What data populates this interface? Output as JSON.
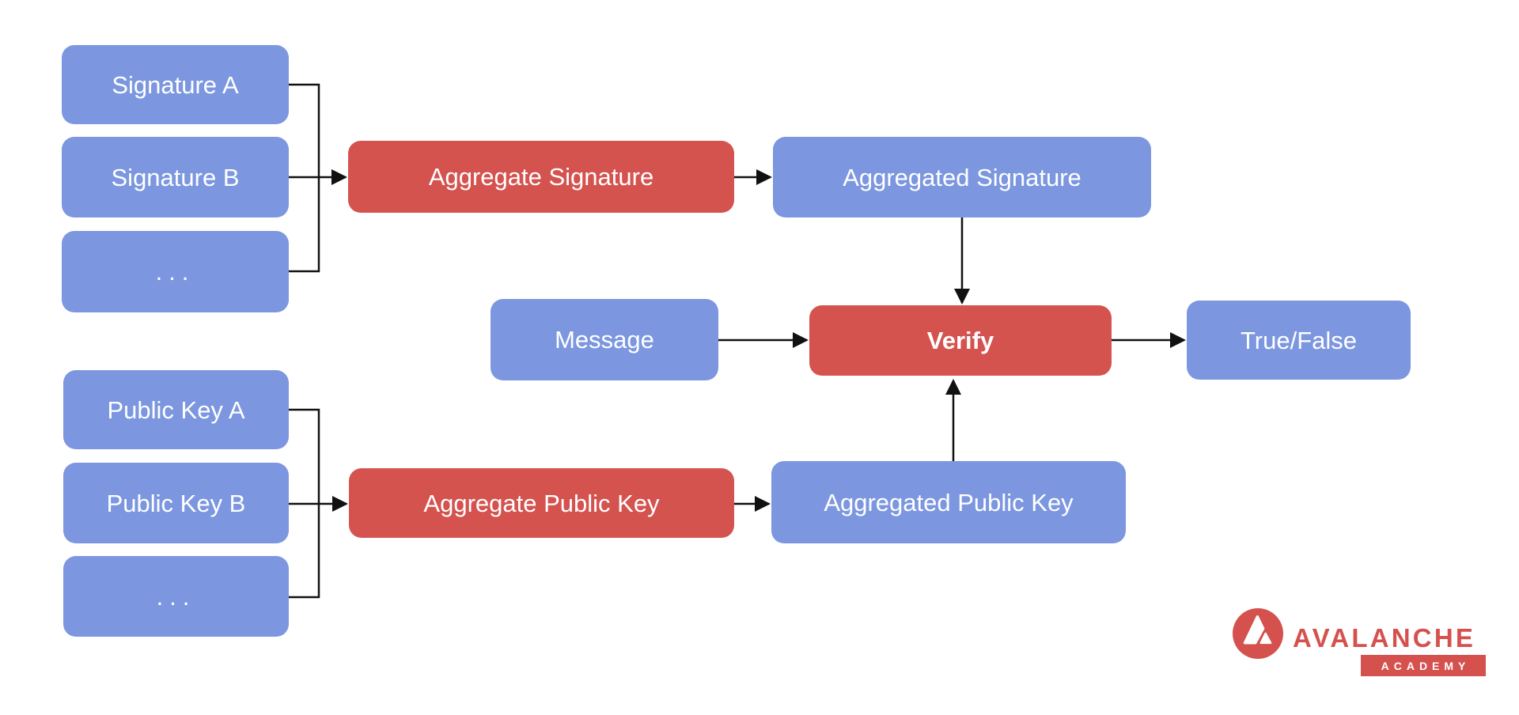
{
  "diagram_type": "bls-signature-aggregation-flowchart",
  "nodes": {
    "signature_a": "Signature A",
    "signature_b": "Signature B",
    "signature_more": "...",
    "public_key_a": "Public Key A",
    "public_key_b": "Public Key B",
    "public_key_more": "...",
    "aggregate_signature": "Aggregate Signature",
    "aggregated_signature": "Aggregated Signature",
    "message": "Message",
    "verify": "Verify",
    "true_false": "True/False",
    "aggregate_public_key": "Aggregate Public Key",
    "aggregated_public_key": "Aggregated Public Key"
  },
  "colors": {
    "background": "#FFFFFF",
    "input_node": "#7C97DF",
    "operation_node": "#D4534F",
    "node_text": "#FFFFFF",
    "connector": "#111111",
    "brand": "#D5514D"
  },
  "logo": {
    "brand": "AVALANCHE",
    "badge": "ACADEMY"
  }
}
